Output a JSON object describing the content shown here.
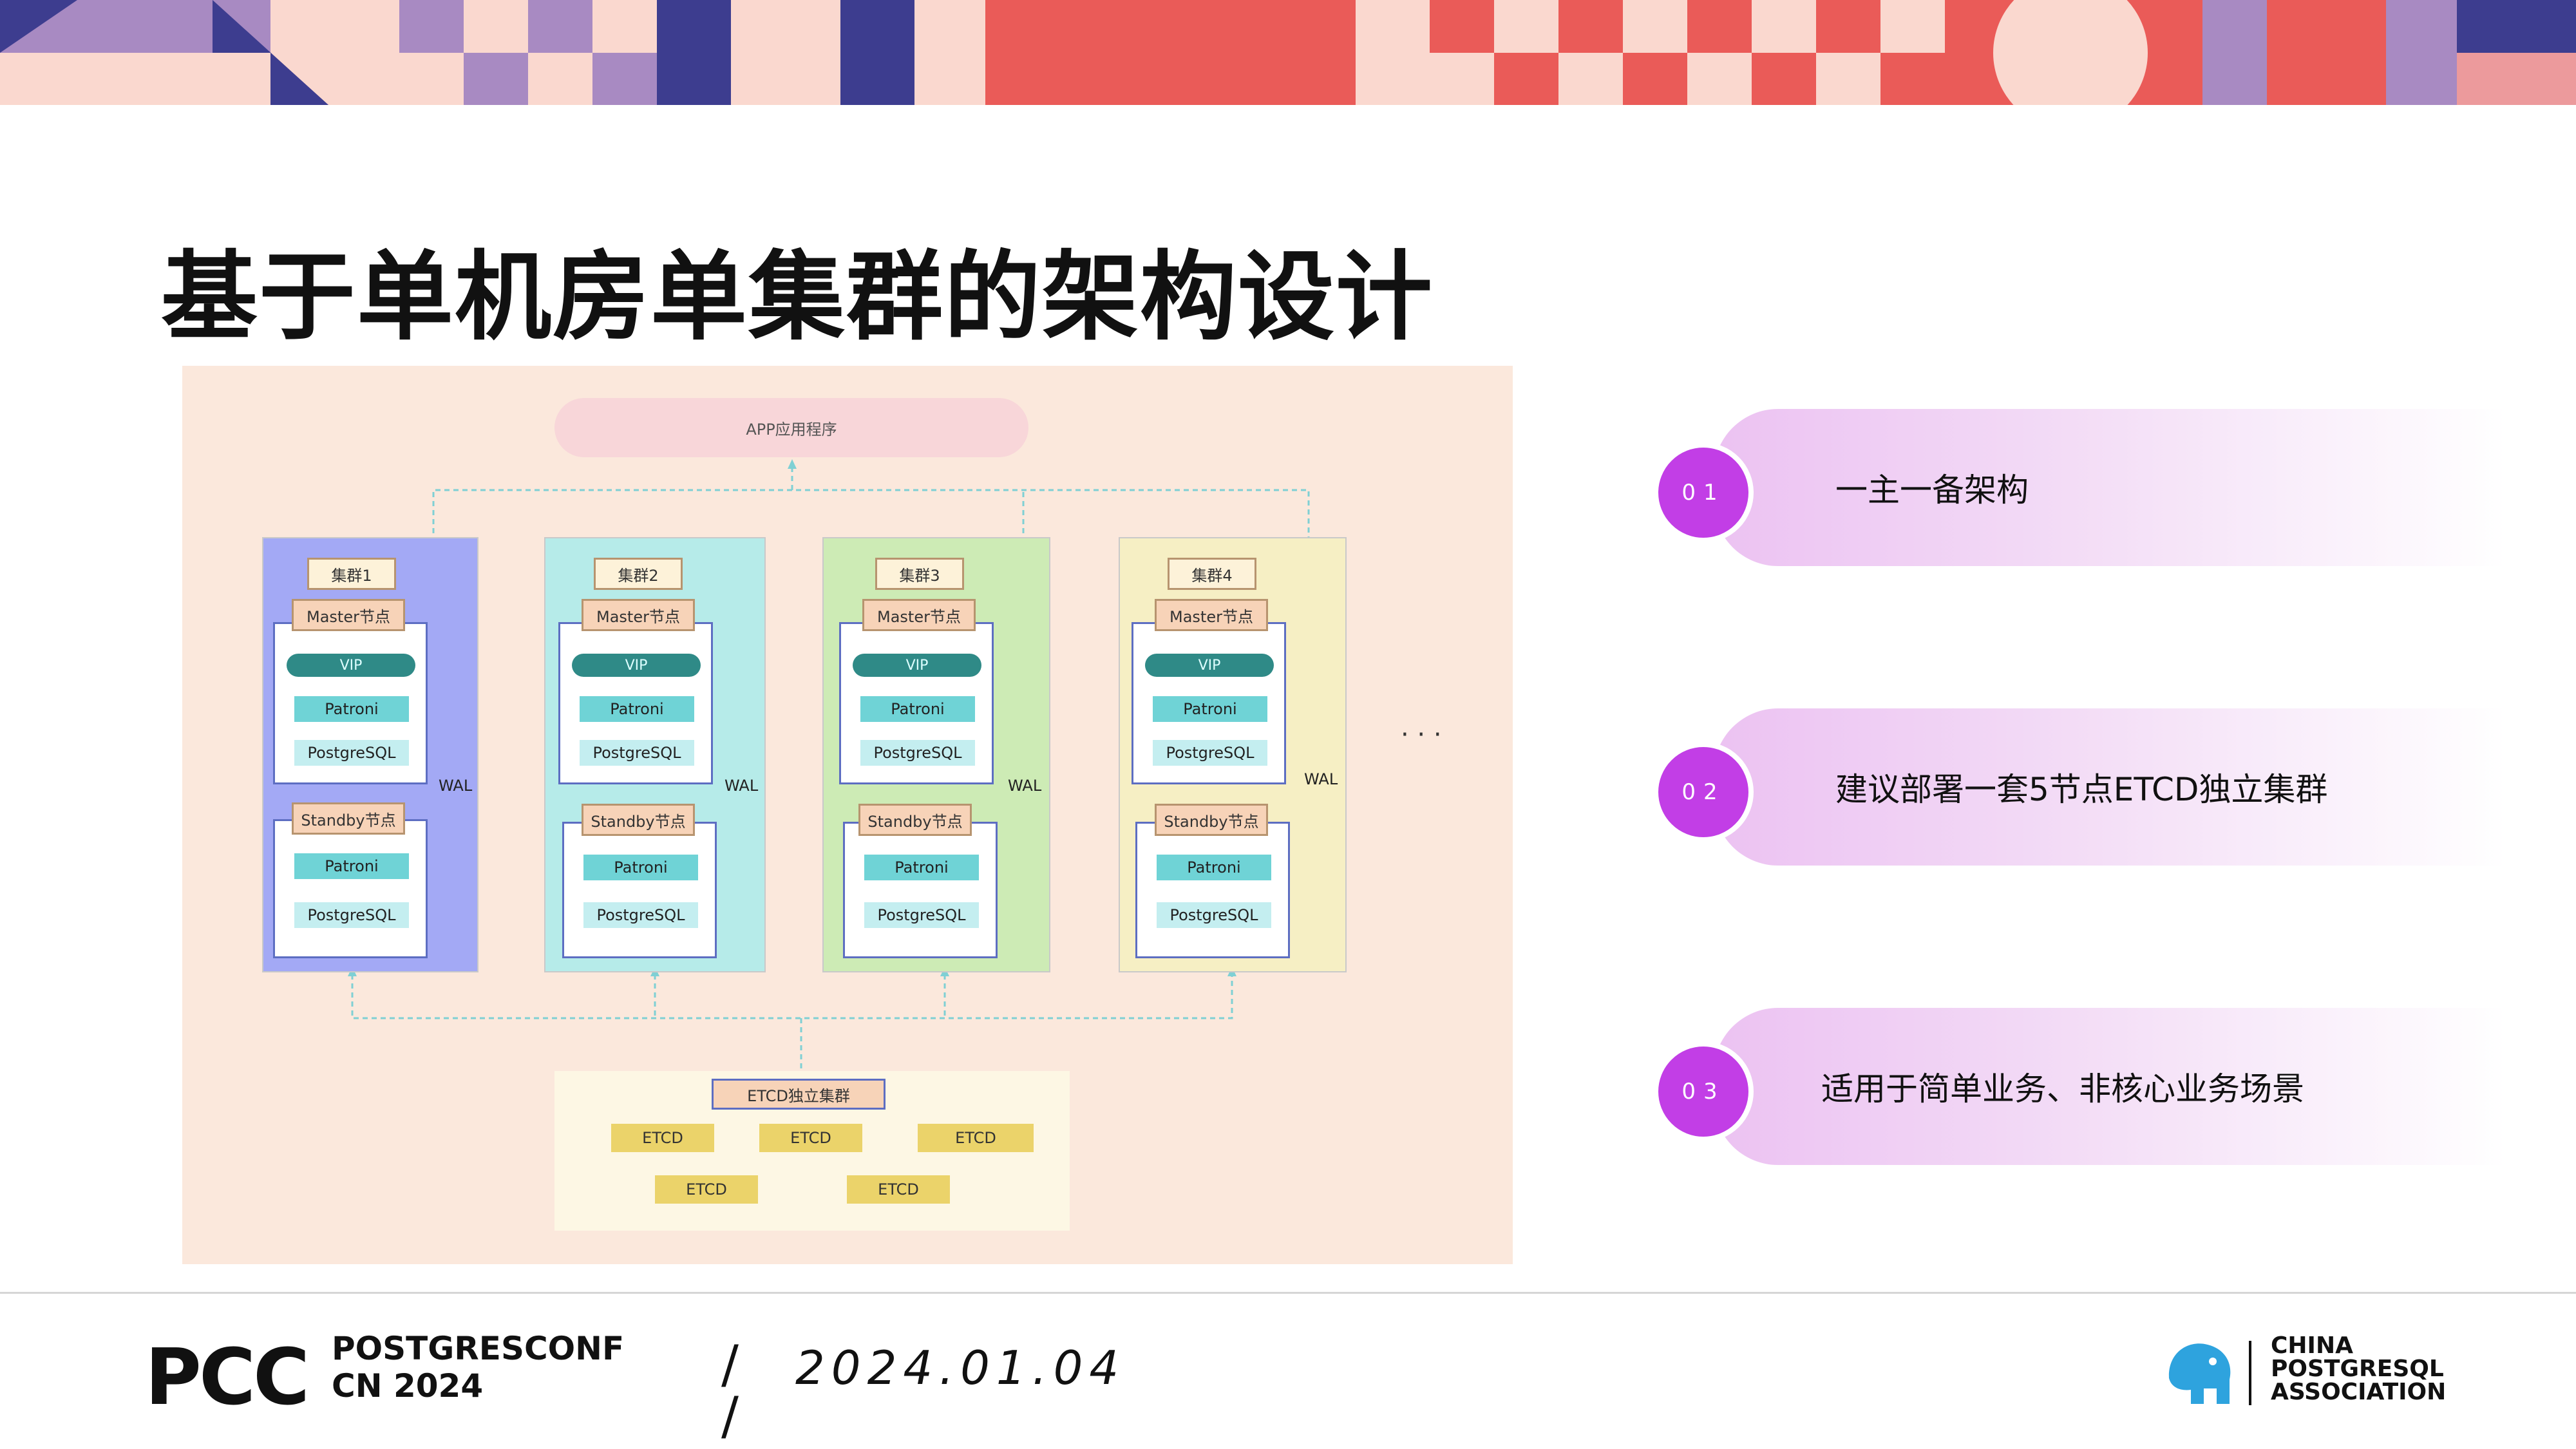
{
  "slide": {
    "title": "基于单机房单集群的架构设计"
  },
  "diagram": {
    "app_label": "APP应用程序",
    "clusters": [
      {
        "name": "集群1",
        "master": "Master节点",
        "standby": "Standby节点",
        "vip": "VIP",
        "patroni": "Patroni",
        "pg": "PostgreSQL",
        "wal": "WAL",
        "color": "#a3a9f5"
      },
      {
        "name": "集群2",
        "master": "Master节点",
        "standby": "Standby节点",
        "vip": "VIP",
        "patroni": "Patroni",
        "pg": "PostgreSQL",
        "wal": "WAL",
        "color": "#b6ebe9"
      },
      {
        "name": "集群3",
        "master": "Master节点",
        "standby": "Standby节点",
        "vip": "VIP",
        "patroni": "Patroni",
        "pg": "PostgreSQL",
        "wal": "WAL",
        "color": "#cdebb5"
      },
      {
        "name": "集群4",
        "master": "Master节点",
        "standby": "Standby节点",
        "vip": "VIP",
        "patroni": "Patroni",
        "pg": "PostgreSQL",
        "wal": "WAL",
        "color": "#f6efc4"
      }
    ],
    "ellipsis": "· · ·",
    "etcd_cluster_label": "ETCD独立集群",
    "etcd_nodes": [
      "ETCD",
      "ETCD",
      "ETCD",
      "ETCD",
      "ETCD"
    ]
  },
  "points": [
    {
      "num": "01",
      "text": "一主一备架构"
    },
    {
      "num": "02",
      "text": "建议部署一套5节点ETCD独立集群"
    },
    {
      "num": "03",
      "text": "适用于简单业务、非核心业务场景"
    }
  ],
  "footer": {
    "pcc": "PCC",
    "conf_line1": "POSTGRESCONF",
    "conf_line2": "CN 2024",
    "slash": "/",
    "date": "2024.01.04",
    "assoc_line1": "CHINA",
    "assoc_line2": "POSTGRESQL",
    "assoc_line3": "ASSOCIATION"
  }
}
